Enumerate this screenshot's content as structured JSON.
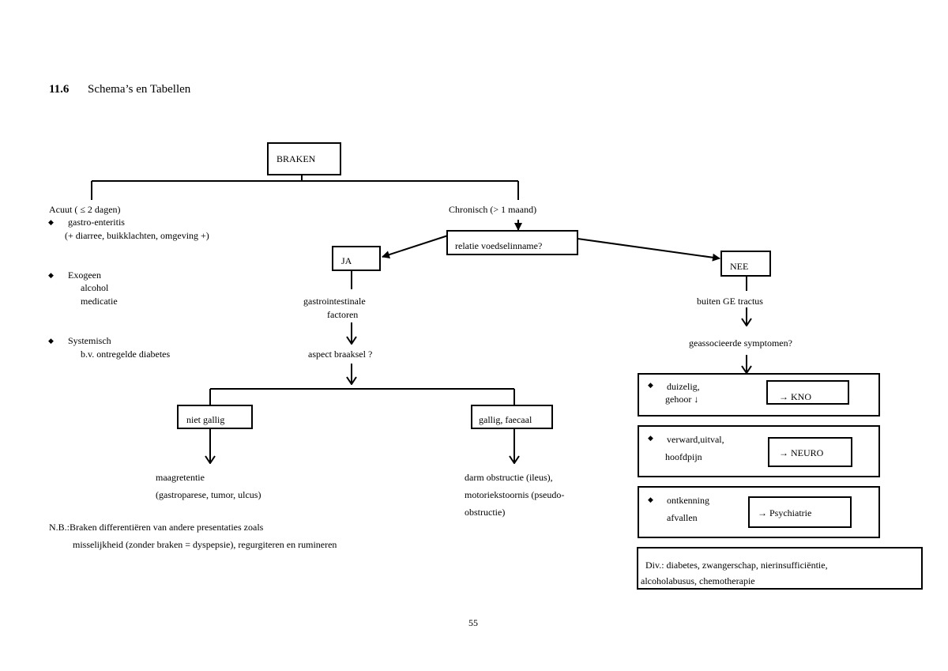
{
  "heading": {
    "number": "11.6",
    "title": "Schema’s en Tabellen"
  },
  "root": "BRAKEN",
  "acute": {
    "label": "Acuut ( ≤ 2 dagen)",
    "items": [
      {
        "title": "gastro-enteritis",
        "detail": "(+ diarree, buikklachten, omgeving +)"
      },
      {
        "title": "Exogeen",
        "sub": [
          "alcohol",
          "medicatie"
        ]
      },
      {
        "title": "Systemisch",
        "sub": [
          "b.v. ontregelde diabetes"
        ]
      }
    ]
  },
  "chronic": {
    "label": "Chronisch (> 1 maand)",
    "question": "relatie voedselinname?",
    "yes": {
      "label": "JA",
      "factors": [
        "gastrointestinale",
        "factoren"
      ],
      "aspect": "aspect braaksel ?",
      "not_bilious": {
        "label": "niet gallig",
        "result": [
          "maagretentie",
          "(gastroparese, tumor, ulcus)"
        ]
      },
      "bilious": {
        "label": "gallig, faecaal",
        "result": [
          "darm obstructie (ileus),",
          "motoriekstoornis (pseudo-",
          "obstructie)"
        ]
      }
    },
    "no": {
      "label": "NEE",
      "outside": "buiten GE tractus",
      "associated": "geassocieerde symptomen?",
      "groups": [
        {
          "symptoms": [
            "duizelig,",
            "gehoor ↓"
          ],
          "referral": "→ KNO"
        },
        {
          "symptoms": [
            "verward,uitval,",
            "hoofdpijn"
          ],
          "referral": "→ NEURO"
        },
        {
          "symptoms": [
            "ontkenning",
            "afvallen"
          ],
          "referral": "→ Psychiatrie"
        }
      ],
      "misc": [
        "Div.: diabetes, zwangerschap, nierinsufficiëntie,",
        "alcoholabusus, chemotherapie"
      ]
    }
  },
  "note": [
    "N.B.:Braken differentiëren van andere presentaties zoals",
    "misselijkheid (zonder braken = dyspepsie), regurgiteren en rumineren"
  ],
  "page_number": "55"
}
